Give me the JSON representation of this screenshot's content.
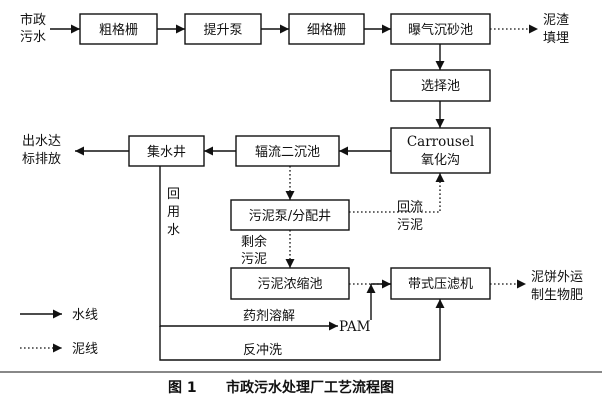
{
  "diagram": {
    "inputs": {
      "municipal_sewage": [
        "市政",
        "污水"
      ]
    },
    "processes": {
      "coarse_screen": "粗格栅",
      "lift_pump": "提升泵",
      "fine_screen": "细格栅",
      "aerated_grit_chamber": "曝气沉砂池",
      "selector_tank": "选择池",
      "carrousel_ditch": [
        "Carrousel",
        "氧化沟"
      ],
      "radial_clarifier": "辐流二沉池",
      "collection_well": "集水井",
      "sludge_pump_well": "污泥泵/分配井",
      "sludge_thickener": "污泥浓缩池",
      "belt_filter_press": "带式压滤机",
      "pam": "PAM"
    },
    "outputs": {
      "grit_landfill": [
        "泥渣",
        "填埋"
      ],
      "effluent_discharge": [
        "出水达",
        "标排放"
      ],
      "sludge_cake": [
        "泥饼外运",
        "制生物肥"
      ]
    },
    "flow_labels": {
      "reuse_water": [
        "回",
        "用",
        "水"
      ],
      "return_sludge": [
        "回流",
        "污泥"
      ],
      "excess_sludge": [
        "剩余",
        "污泥"
      ],
      "chemical_dissolving": "药剂溶解",
      "backwash": "反冲洗"
    },
    "legend": {
      "water_line": "水线",
      "sludge_line": "泥线"
    },
    "caption": {
      "figure_number": "图 1",
      "title": "市政污水处理厂工艺流程图"
    }
  }
}
